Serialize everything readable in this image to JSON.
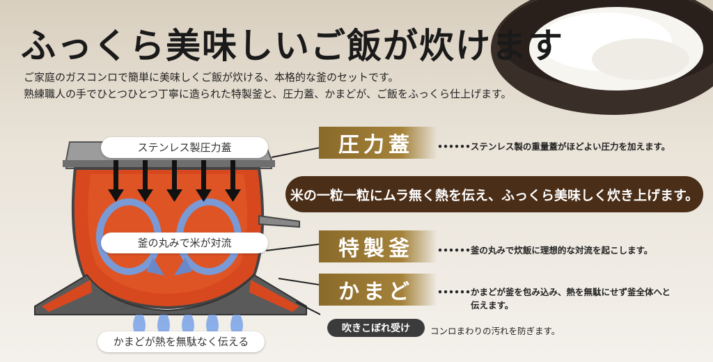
{
  "header": {
    "title": "ふっくら美味しいご飯が炊けます",
    "desc_line1": "ご家庭のガスコンロで簡単に美味しくご飯が炊ける、本格的な釜のセットです。",
    "desc_line2": "熟練職人の手でひとつひとつ丁寧に造られた特製釜と、圧力蓋、かまどが、ご飯をふっくら仕上げます。"
  },
  "diagram": {
    "lid_label": "ステンレス製圧力蓋",
    "convection_label": "釜の丸みで米が対流",
    "stove_label": "かまどが熱を無駄なく伝える"
  },
  "features": {
    "lid": {
      "title": "圧力蓋",
      "desc": "••••••ステンレス製の重量蓋がほどよい圧力を加えます。"
    },
    "banner": "米の一粒一粒にムラ無く熱を伝え、ふっくら美味しく炊き上げます。",
    "pot": {
      "title": "特製釜",
      "desc": "••••••釜の丸みで炊飯に理想的な対流を起こします。"
    },
    "kamado": {
      "title": "かまど",
      "desc_line1": "••••••かまどが釜を包み込み、熱を無駄にせず釜全体へと",
      "desc_line2": "伝えます。"
    },
    "spill": {
      "badge": "吹きこぼれ受け",
      "desc": "コンロまわりの汚れを防ぎます。"
    }
  },
  "colors": {
    "brush": "#8a6a2a",
    "banner": "#4a2e18",
    "pot_fill": "#d8481f",
    "flame": "#7aa4e8"
  }
}
